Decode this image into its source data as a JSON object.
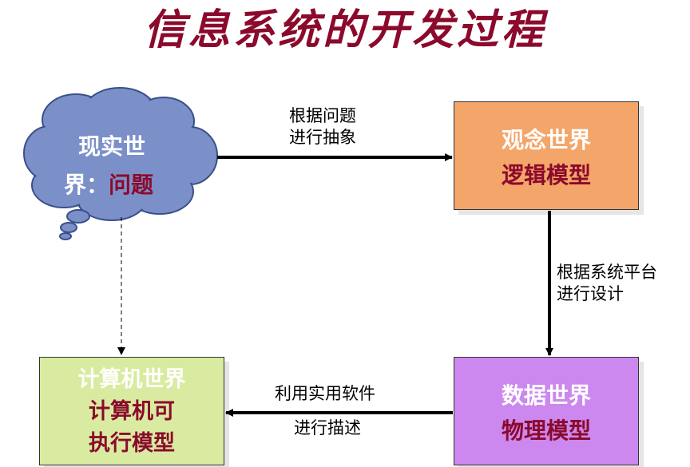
{
  "title": "信息系统的开发过程",
  "cloud": {
    "line1": "现实世",
    "line2_prefix": "界：",
    "line2_highlight": "问题"
  },
  "boxes": {
    "logical": {
      "line1": "观念世界",
      "line2": "逻辑模型",
      "color": "#f4a56a"
    },
    "physical": {
      "line1": "数据世界",
      "line2": "物理模型",
      "color": "#cc88ee"
    },
    "computer": {
      "line1": "计算机世界",
      "line2": "计算机可",
      "line3": "执行模型",
      "color": "#d8eba0"
    }
  },
  "arrows": {
    "top_label_1": "根据问题",
    "top_label_2": "进行抽象",
    "right_label_1": "根据系统平台",
    "right_label_2": "进行设计",
    "bottom_label_1": "利用实用软件",
    "bottom_label_2": "进行描述"
  },
  "colors": {
    "title": "#8b0a2c",
    "cloud_fill": "#7b90c8",
    "highlight_text": "#8b0a2c"
  }
}
